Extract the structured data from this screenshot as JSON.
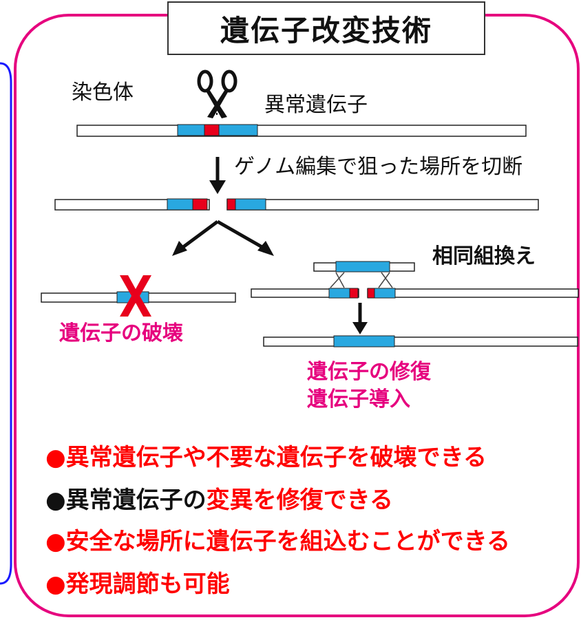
{
  "title": "遺伝子改変技術",
  "labels": {
    "chromosome": "染色体",
    "abnormal_gene": "異常遺伝子",
    "cut_step": "ゲノム編集で狙った場所を切断",
    "homologous_recombination": "相同組換え",
    "gene_destruction": "遺伝子の破壊",
    "gene_repair": "遺伝子の修復",
    "gene_introduction": "遺伝子導入"
  },
  "bullets": [
    {
      "marker": "●",
      "parts": [
        {
          "text": "異常遺伝子や不要な遺伝子を破壊できる",
          "color": "#ff0000"
        }
      ],
      "marker_color": "#ff0000"
    },
    {
      "marker": "●",
      "parts": [
        {
          "text": "異常遺伝子の",
          "color": "#111111"
        },
        {
          "text": "変異を修復できる",
          "color": "#ff0000"
        }
      ],
      "marker_color": "#111111"
    },
    {
      "marker": "●",
      "parts": [
        {
          "text": "安全な場所に遺伝子を組込むことができる",
          "color": "#ff0000"
        }
      ],
      "marker_color": "#ff0000"
    },
    {
      "marker": "●",
      "parts": [
        {
          "text": "発現調節も可能",
          "color": "#ff0000"
        }
      ],
      "marker_color": "#ff0000"
    }
  ],
  "colors": {
    "frame": "#e6007e",
    "left_frame": "#1a1aff",
    "gene_blue": "#29a8e0",
    "mutation_red": "#e8001c",
    "x_mark": "#e8001c",
    "text_pink": "#e6007e",
    "text_red": "#ff0000"
  },
  "icons": [
    "scissors-icon",
    "cross-icon",
    "down-arrow-icon"
  ]
}
